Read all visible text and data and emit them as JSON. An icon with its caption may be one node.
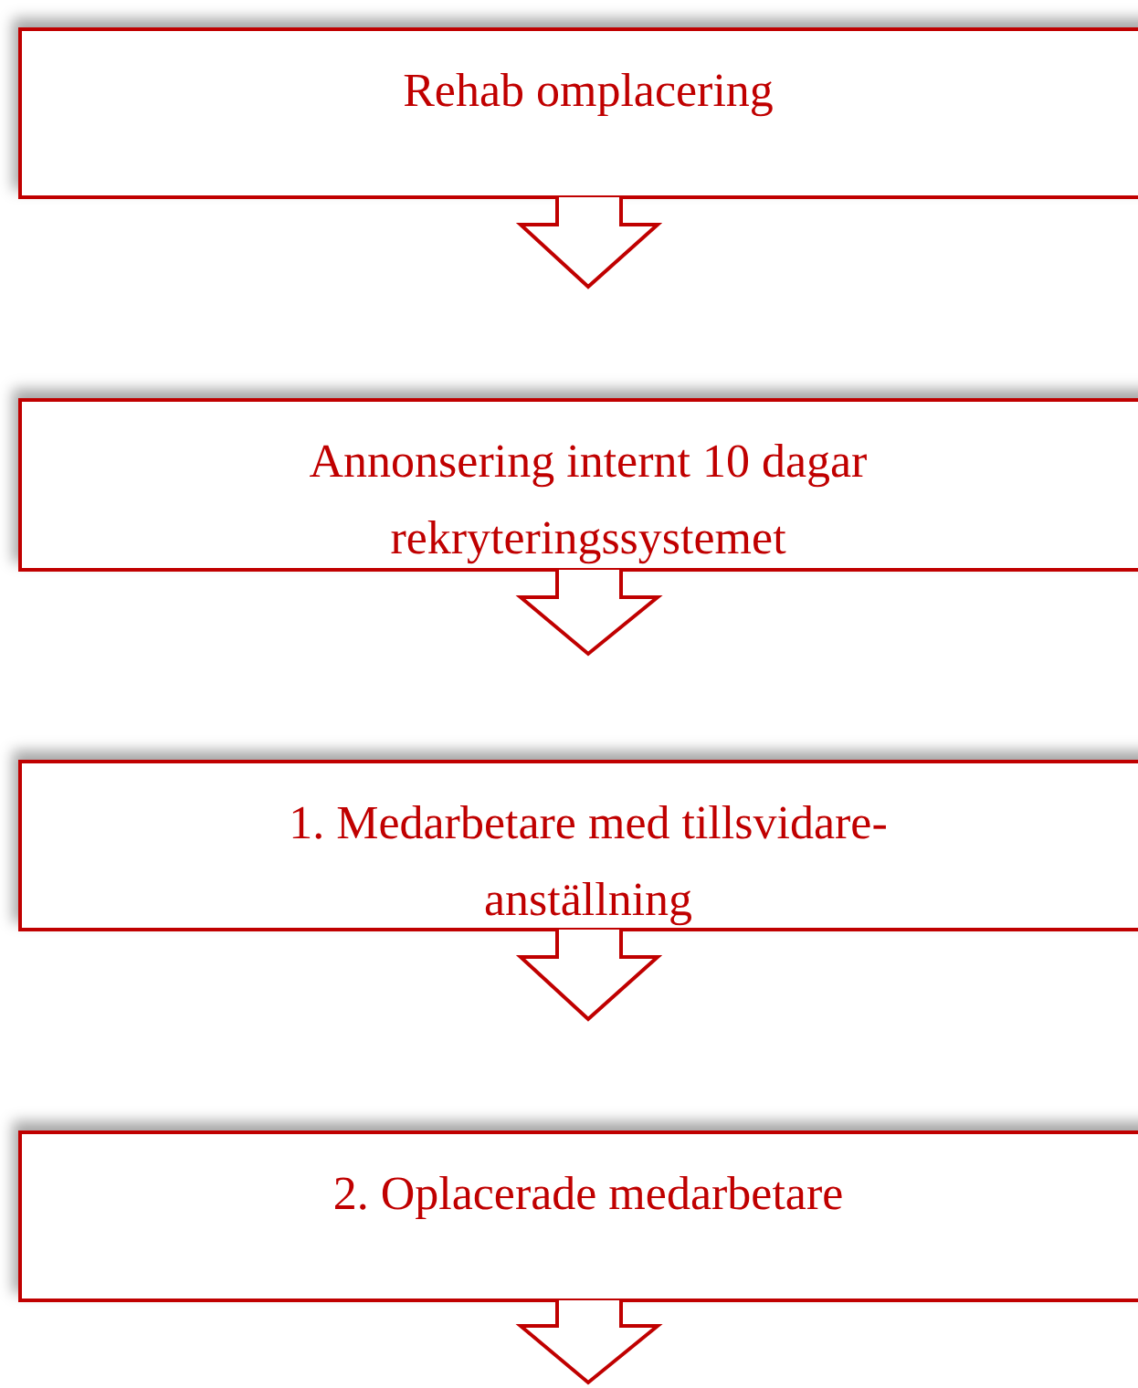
{
  "diagram": {
    "nodes": [
      {
        "text": [
          "Rehab omplacering"
        ]
      },
      {
        "text": [
          "Annonsering internt 10 dagar rekryteringssystemet"
        ]
      },
      {
        "text": [
          "1. Medarbetare med tillsvidare- anställning"
        ]
      },
      {
        "text": [
          "2. Oplacerade medarbetare"
        ]
      }
    ],
    "edges": [
      {
        "from": 0,
        "to": 1,
        "arrow": "to"
      },
      {
        "from": 1,
        "to": 2,
        "arrow": "to"
      },
      {
        "from": 2,
        "to": 3,
        "arrow": "to"
      },
      {
        "from": 3,
        "to": null,
        "arrow": "to"
      }
    ]
  }
}
